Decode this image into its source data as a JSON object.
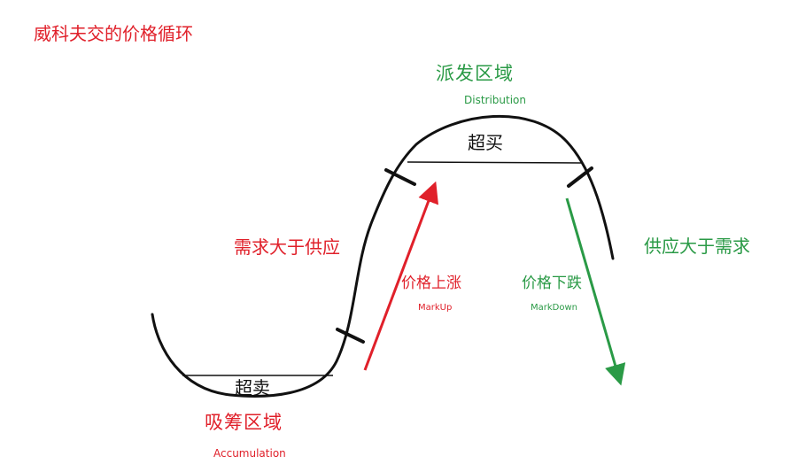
{
  "title": "威科夫交的价格循环",
  "distribution": {
    "label_cn": "派发区域",
    "label_en": "Distribution"
  },
  "overbought": "超买",
  "demand_gt_supply": "需求大于供应",
  "supply_gt_demand": "供应大于需求",
  "markup": {
    "label_cn": "价格上涨",
    "label_en": "MarkUp"
  },
  "markdown": {
    "label_cn": "价格下跌",
    "label_en": "MarkDown"
  },
  "oversold": "超卖",
  "accumulation": {
    "label_cn": "吸筹区域",
    "label_en": "Accumulation"
  },
  "colors": {
    "red": "#e0202a",
    "green": "#2a9a46",
    "curve": "#111111"
  }
}
